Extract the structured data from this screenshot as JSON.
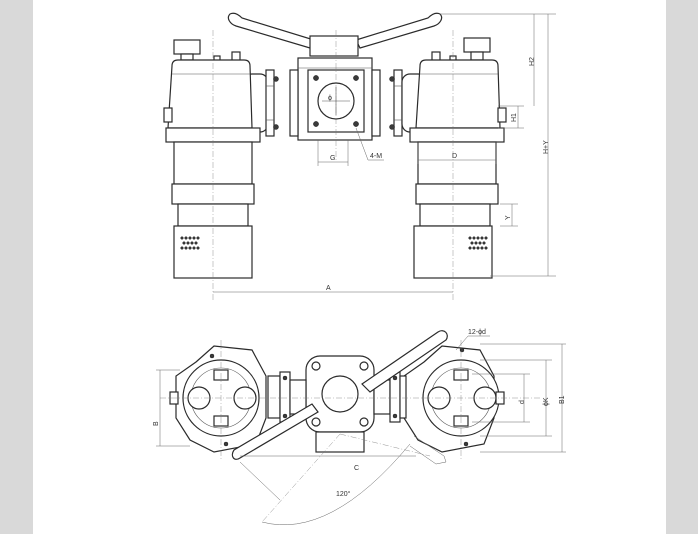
{
  "drawing": {
    "frame_color": "#d9d9d9",
    "line_color": "#2b2b2b",
    "dimension_labels": {
      "a": "A",
      "b": "B",
      "b1": "B1",
      "c": "C",
      "d": "D",
      "d_small": "d",
      "phi_k": "ϕK",
      "g": "G",
      "h1": "H1",
      "h2": "H2",
      "h_plus_y": "H+Y",
      "y": "Y",
      "four_m": "4-M",
      "twelve_phi_d": "12-ϕd",
      "angle": "120°",
      "phi_d": "ϕ"
    }
  }
}
